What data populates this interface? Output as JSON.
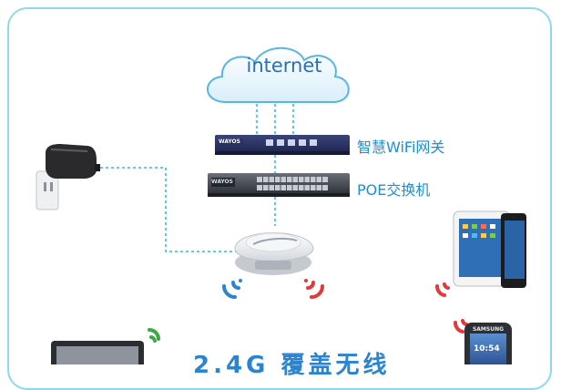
{
  "cloud": {
    "label": "internet"
  },
  "devices": {
    "gateway": {
      "label": "智慧WiFi网关",
      "brand": "WAYOS"
    },
    "poe_switch": {
      "label": "POE交换机",
      "brand": "WAYOS"
    }
  },
  "phone": {
    "brand": "SAMSUNG",
    "time": "10:54"
  },
  "bottom_caption": {
    "text": "2.4G 覆盖无线"
  },
  "colors": {
    "border": "#8ed8f0",
    "label_blue": "#1c8fd6",
    "wifi_blue": "#2b84d2",
    "wifi_red": "#e23a3a",
    "wifi_green": "#3aa843",
    "link_dotted": "#1ea0d8"
  }
}
